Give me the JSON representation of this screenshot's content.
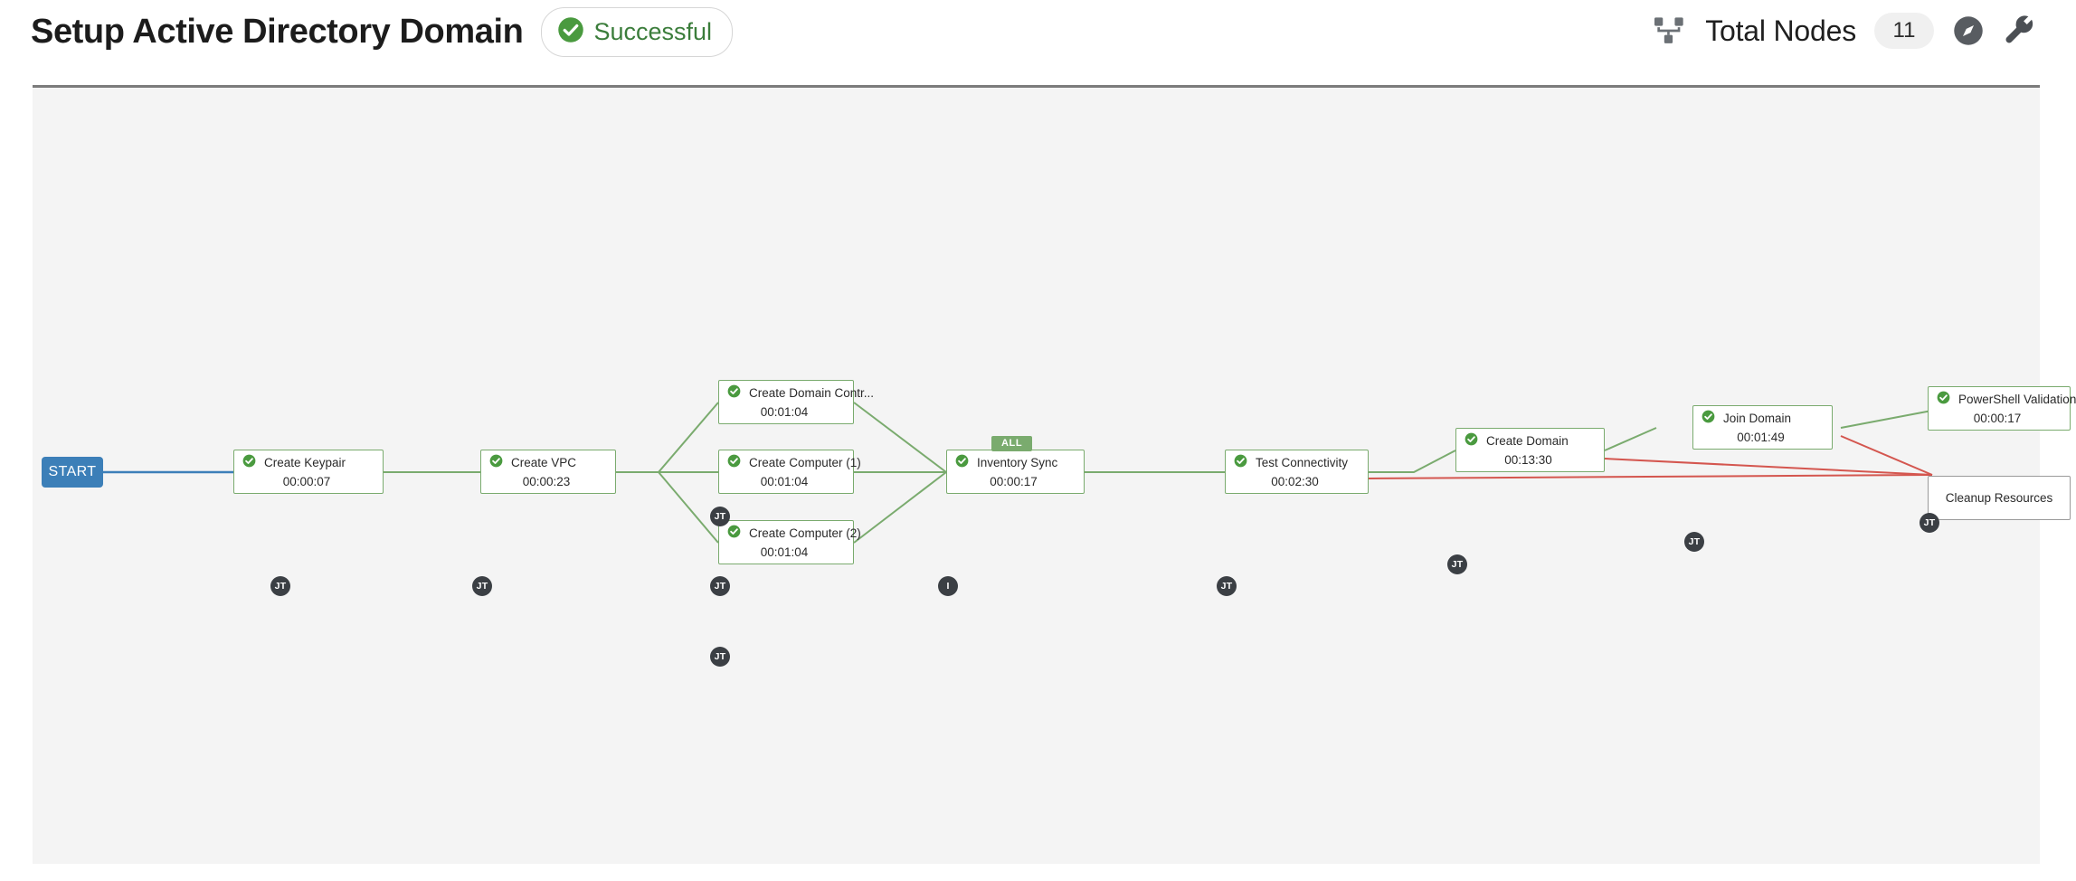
{
  "header": {
    "title": "Setup Active Directory Domain",
    "status_label": "Successful",
    "status_color": "#3b7d3b",
    "total_nodes_label": "Total Nodes",
    "total_nodes_count": "11",
    "icons": {
      "topology": "topology-icon",
      "compass": "compass-icon",
      "wrench": "wrench-icon"
    }
  },
  "canvas": {
    "background": "#f4f4f4",
    "start_label": "START",
    "start_color": "#3c7fb8",
    "success_border": "#7aab6e",
    "pending_border": "#9a9a9a",
    "edge_success_color": "#7aab6e",
    "edge_fail_color": "#d4564f",
    "edge_start_color": "#3c7fb8"
  },
  "nodes": [
    {
      "id": "create-keypair",
      "title": "Create Keypair",
      "duration": "00:00:07",
      "status": "success",
      "badge": "JT",
      "top_badge": null
    },
    {
      "id": "create-vpc",
      "title": "Create VPC",
      "duration": "00:00:23",
      "status": "success",
      "badge": "JT",
      "top_badge": null
    },
    {
      "id": "create-domain-controller",
      "title": "Create Domain Contr...",
      "duration": "00:01:04",
      "status": "success",
      "badge": "JT",
      "top_badge": null
    },
    {
      "id": "create-computer-1",
      "title": "Create Computer (1)",
      "duration": "00:01:04",
      "status": "success",
      "badge": "JT",
      "top_badge": null
    },
    {
      "id": "create-computer-2",
      "title": "Create Computer (2)",
      "duration": "00:01:04",
      "status": "success",
      "badge": "JT",
      "top_badge": null
    },
    {
      "id": "inventory-sync",
      "title": "Inventory Sync",
      "duration": "00:00:17",
      "status": "success",
      "badge": "I",
      "top_badge": "ALL"
    },
    {
      "id": "test-connectivity",
      "title": "Test Connectivity",
      "duration": "00:02:30",
      "status": "success",
      "badge": "JT",
      "top_badge": null
    },
    {
      "id": "create-domain",
      "title": "Create Domain",
      "duration": "00:13:30",
      "status": "success",
      "badge": "JT",
      "top_badge": null
    },
    {
      "id": "join-domain",
      "title": "Join Domain",
      "duration": "00:01:49",
      "status": "success",
      "badge": "JT",
      "top_badge": null
    },
    {
      "id": "powershell-validation",
      "title": "PowerShell Validation",
      "duration": "00:00:17",
      "status": "success",
      "badge": "JT",
      "top_badge": null
    },
    {
      "id": "cleanup-resources",
      "title": "Cleanup Resources",
      "duration": "",
      "status": "pending",
      "badge": null,
      "top_badge": null
    }
  ]
}
